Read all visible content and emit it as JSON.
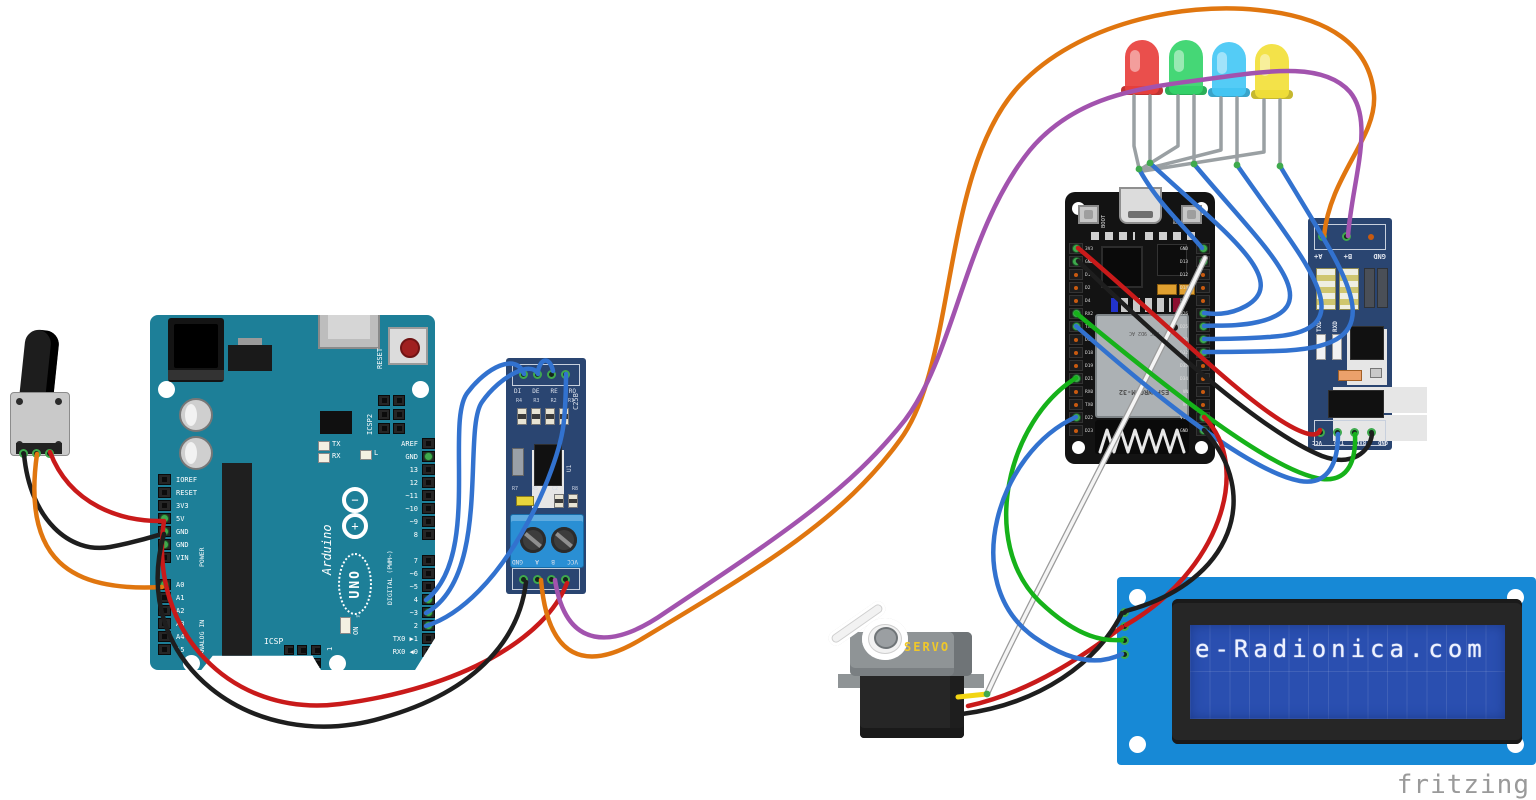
{
  "watermark": "fritzing",
  "colors": {
    "wire_blue": "#3272cf",
    "wire_red": "#c91a1a",
    "wire_black": "#1e1e1e",
    "wire_orange": "#e0760f",
    "wire_purple": "#a253ae",
    "wire_green": "#16b21a",
    "wire_white": "#f5f5f5",
    "white_outline": "#9b9b9b",
    "wire_yellow": "#f2d513",
    "led_leg": "#9aa0a3",
    "pin_green": "#3faa4d",
    "antenna": "#e8e8e8",
    "arduino_teal": "#1d7f98",
    "pcb_navy": "#2a4571",
    "lcd_blue": "#1789d6",
    "lcd_screen": "#2a4fb0",
    "esp_black": "#131313"
  },
  "potentiometer": {
    "name": "rotary potentiometer"
  },
  "arduino": {
    "reset_button": "RESET",
    "icsp2": "ICSP2",
    "icsp": "ICSP",
    "one": "1",
    "on": "ON",
    "tx": "TX",
    "rx": "RX",
    "l": "L",
    "brand": "Arduino",
    "tm": "™",
    "model": "UNO",
    "power_pins": [
      "IOREF",
      "RESET",
      "3V3",
      "5V",
      "GND",
      "GND",
      "VIN"
    ],
    "analog_pins": [
      "A0",
      "A1",
      "A2",
      "A3",
      "A4",
      "A5"
    ],
    "digital_pins_upper": [
      "AREF",
      "GND",
      "13",
      "12",
      "~11",
      "~10",
      "~9",
      "8"
    ],
    "digital_pins_lower": [
      "7",
      "~6",
      "~5",
      "4",
      "~3",
      "2",
      "TX0 ▶1",
      "RX0 ◀0"
    ],
    "group_power": "POWER",
    "group_analog": "ANALOG IN",
    "group_digital": "DIGITAL (PWM~)"
  },
  "rs485_left": {
    "model": "C25B",
    "top_pins": [
      "DI",
      "DE",
      "RE",
      "RO"
    ],
    "resistors": [
      "R4",
      "R3",
      "R2",
      "R1"
    ],
    "ic": "U1",
    "small_parts": [
      "R7",
      "R5",
      "C2",
      "R8"
    ],
    "diode": "D1",
    "bottom_pins": [
      "GND",
      "A",
      "B",
      "VCC"
    ]
  },
  "esp32": {
    "boot": "BOOT",
    "en": "EN",
    "shield_line1": "FCC 9D2 AC",
    "shield_line2": "ESP-WROOM-32",
    "left_pins": [
      "3V3",
      "GND",
      "D15",
      "D2",
      "D4",
      "RX2",
      "TX2",
      "D5",
      "D18",
      "D19",
      "D21",
      "RX0",
      "TX0",
      "D22",
      "D23"
    ],
    "right_pins": [
      "GND",
      "D13",
      "D12",
      "D14",
      "D27",
      "D26",
      "D25",
      "D33",
      "D32",
      "D35",
      "D34",
      "VN",
      "VP",
      "VIN",
      "GND"
    ]
  },
  "rs485_right": {
    "top_pins": [
      "A+",
      "B+",
      "GND"
    ],
    "led_labels": [
      "TXD",
      "RXD"
    ],
    "bottom_pins": [
      "VCC",
      "TXD",
      "RXD",
      "GND"
    ]
  },
  "servo": {
    "label": "SERVO"
  },
  "lcd": {
    "text": "e-Radionica.com"
  },
  "leds": [
    {
      "name": "red-led",
      "color": "#e8403d"
    },
    {
      "name": "green-led",
      "color": "#35d46a"
    },
    {
      "name": "cyan-led",
      "color": "#45c8f5"
    },
    {
      "name": "yellow-led",
      "color": "#f2e039"
    }
  ],
  "wires": [
    {
      "name": "pot-gnd",
      "color": "#1e1e1e",
      "from": "pot left pin",
      "to": "Arduino GND"
    },
    {
      "name": "pot-signal",
      "color": "#e0760f",
      "from": "pot wiper",
      "to": "Arduino A0"
    },
    {
      "name": "pot-vcc",
      "color": "#c91a1a",
      "from": "pot right pin",
      "to": "Arduino 5V"
    },
    {
      "name": "uno-5v-vcc",
      "color": "#c91a1a",
      "from": "Arduino 5V",
      "to": "RS485 VCC"
    },
    {
      "name": "uno-gnd-gnd",
      "color": "#1e1e1e",
      "from": "Arduino GND",
      "to": "RS485 GND"
    },
    {
      "name": "uno-d4-di",
      "color": "#3272cf",
      "from": "Arduino 4",
      "to": "RS485 DI"
    },
    {
      "name": "uno-d3-de",
      "color": "#3272cf",
      "from": "Arduino 3",
      "to": "RS485 DE"
    },
    {
      "name": "uno-d2-ro",
      "color": "#3272cf",
      "from": "Arduino 2",
      "to": "RS485 RO"
    },
    {
      "name": "rs485-de-re",
      "color": "#3272cf",
      "from": "RS485 DE",
      "to": "RS485 RE"
    },
    {
      "name": "rs485-a-line",
      "color": "#e0760f",
      "from": "RS485 A",
      "to": "RS485-2 A+"
    },
    {
      "name": "rs485-b-line",
      "color": "#a253ae",
      "from": "RS485 B",
      "to": "RS485-2 B+"
    },
    {
      "name": "led-common",
      "color": "#3272cf",
      "from": "LED cathodes",
      "to": "ESP32 GND"
    },
    {
      "name": "led-red-sig",
      "color": "#3272cf",
      "from": "red LED",
      "to": "ESP32 D26"
    },
    {
      "name": "led-green-sig",
      "color": "#3272cf",
      "from": "green LED",
      "to": "ESP32 D25"
    },
    {
      "name": "led-cyan-sig",
      "color": "#3272cf",
      "from": "cyan LED",
      "to": "ESP32 D33"
    },
    {
      "name": "led-yellow-sig",
      "color": "#3272cf",
      "from": "yellow LED",
      "to": "ESP32 D32"
    },
    {
      "name": "servo-lead",
      "color": "#f2d513",
      "from": "servo",
      "to": "signal joint"
    },
    {
      "name": "servo-signal",
      "color": "#f5f5f5",
      "from": "servo signal",
      "to": "ESP32 D13"
    },
    {
      "name": "servo-vcc",
      "color": "#c91a1a",
      "from": "servo +",
      "to": "LCD VCC rail"
    },
    {
      "name": "servo-gnd",
      "color": "#1e1e1e",
      "from": "servo -",
      "to": "LCD GND rail"
    },
    {
      "name": "esp-3v3",
      "color": "#c91a1a",
      "from": "ESP32 3V3",
      "to": "RS485-2 VCC"
    },
    {
      "name": "esp-gnd",
      "color": "#1e1e1e",
      "from": "ESP32 GND",
      "to": "RS485-2 GND"
    },
    {
      "name": "esp-rx2",
      "color": "#16b21a",
      "from": "ESP32 RX2",
      "to": "RS485-2 RXD"
    },
    {
      "name": "esp-tx2",
      "color": "#3272cf",
      "from": "ESP32 TX2",
      "to": "RS485-2 TXD"
    },
    {
      "name": "esp-sda",
      "color": "#16b21a",
      "from": "ESP32 D21",
      "to": "LCD SDA"
    },
    {
      "name": "esp-scl",
      "color": "#3272cf",
      "from": "ESP32 D22",
      "to": "LCD SCL"
    },
    {
      "name": "esp-vin-lcd",
      "color": "#c91a1a",
      "from": "ESP32 VIN",
      "to": "LCD VCC"
    },
    {
      "name": "esp-gnd-lcd",
      "color": "#1e1e1e",
      "from": "ESP32 GND",
      "to": "LCD GND"
    }
  ]
}
